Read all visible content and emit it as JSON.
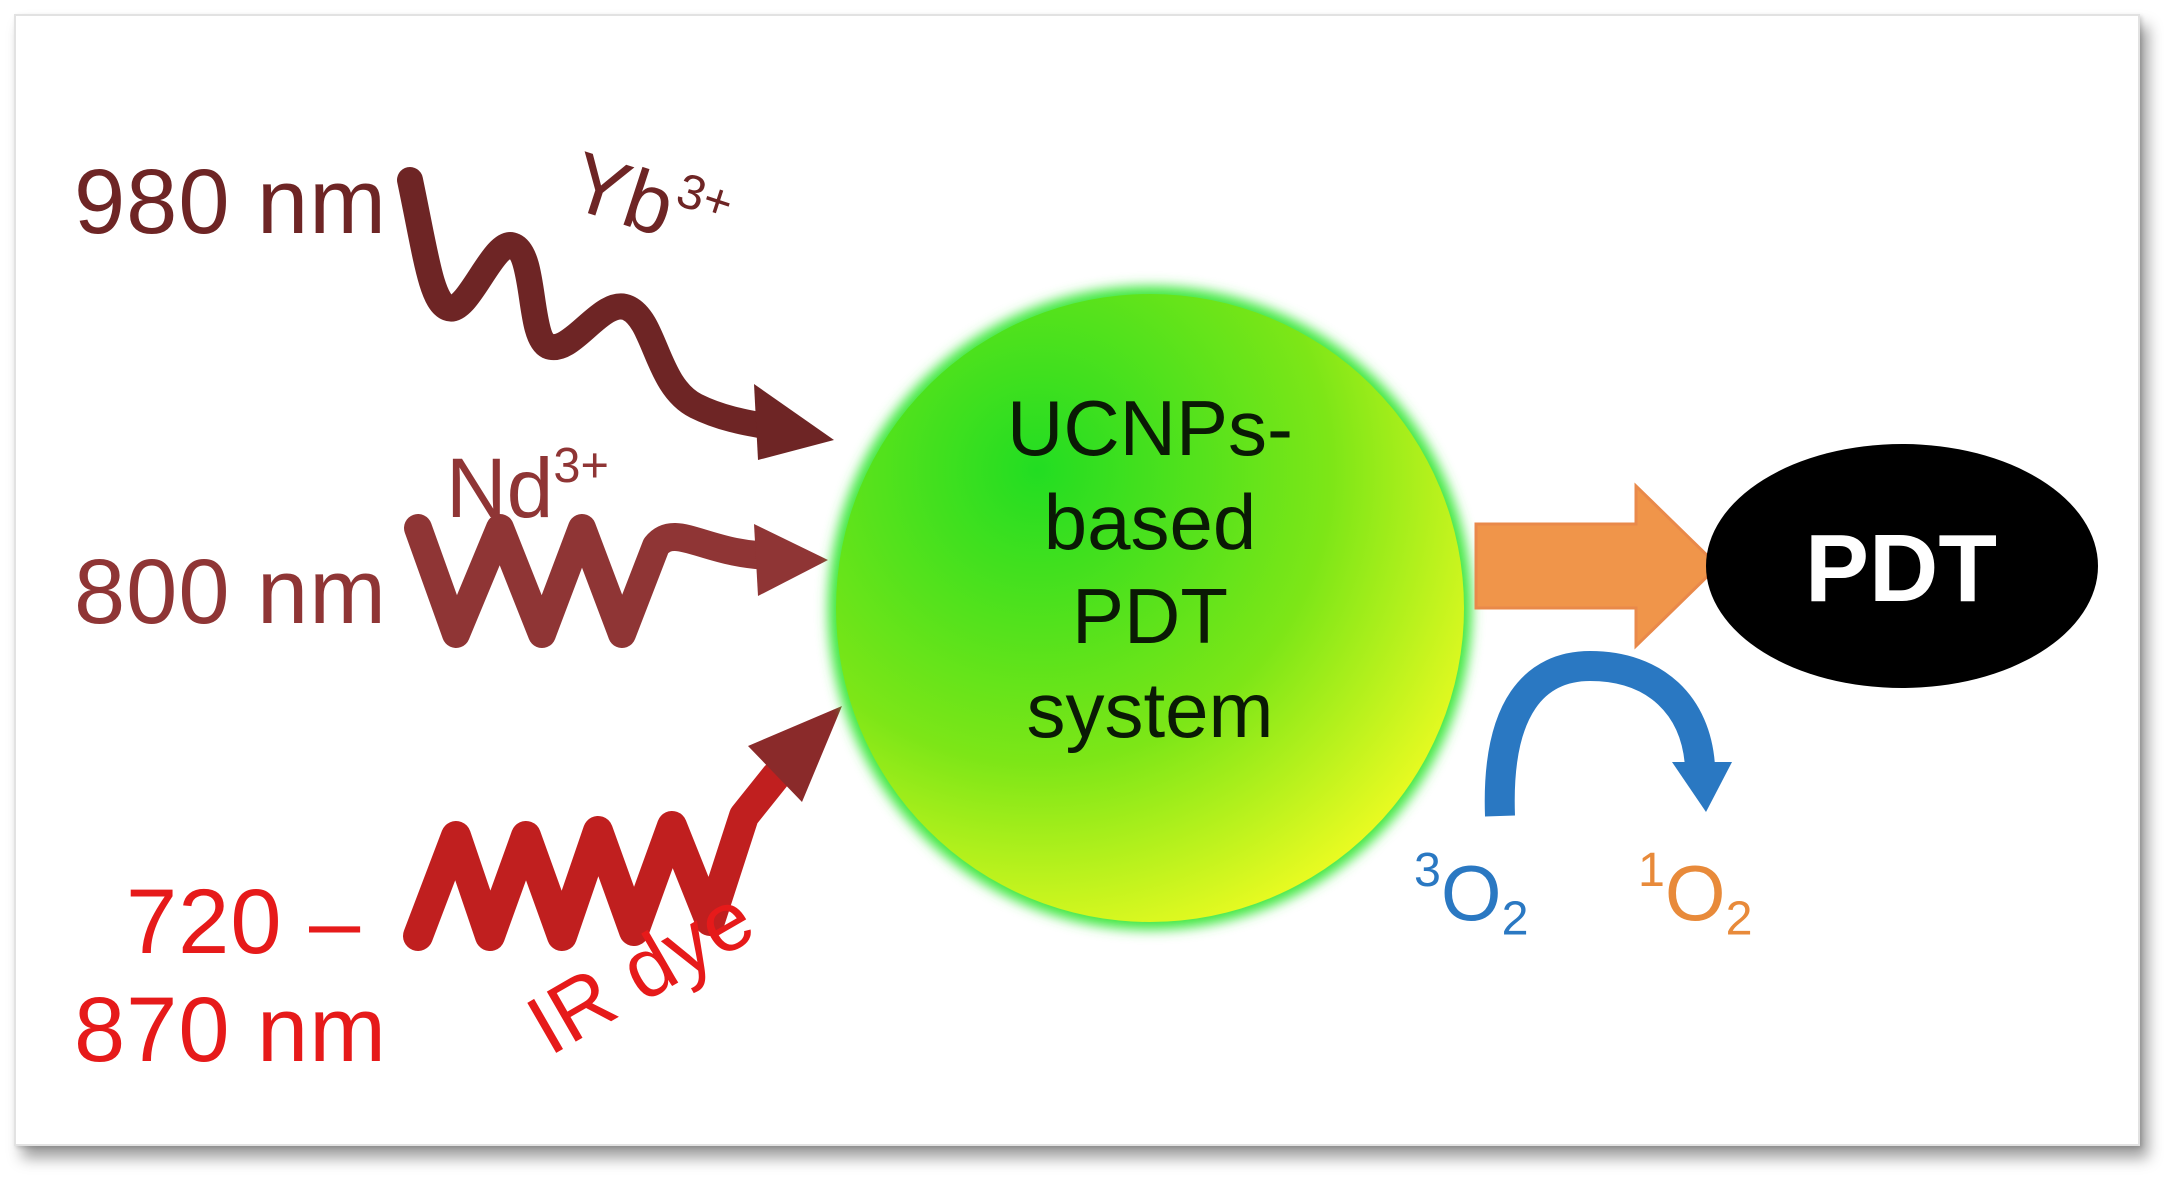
{
  "inputs": [
    {
      "wavelength": "980 nm",
      "sensitizer": "Yb",
      "charge": "3+",
      "color": "#6e2525"
    },
    {
      "wavelength": "800 nm",
      "sensitizer": "Nd",
      "charge": "3+",
      "color": "#8f3535"
    },
    {
      "wavelength_line1": "720 –",
      "wavelength_line2": "870 nm",
      "sensitizer": "IR dye",
      "color": "#e61a1a"
    }
  ],
  "center": {
    "lines": [
      "UCNPs-",
      "based",
      "PDT",
      "system"
    ],
    "gradient": [
      "#22dd22",
      "#7de617",
      "#ffff24"
    ]
  },
  "output": {
    "label": "PDT",
    "fill": "#000000",
    "arrow_color": "#f0954a"
  },
  "oxygen": {
    "triplet": {
      "mult": "3",
      "base": "O",
      "sub": "2",
      "color": "#2a78c2"
    },
    "singlet": {
      "mult": "1",
      "base": "O",
      "sub": "2",
      "color": "#e88a3a"
    }
  }
}
